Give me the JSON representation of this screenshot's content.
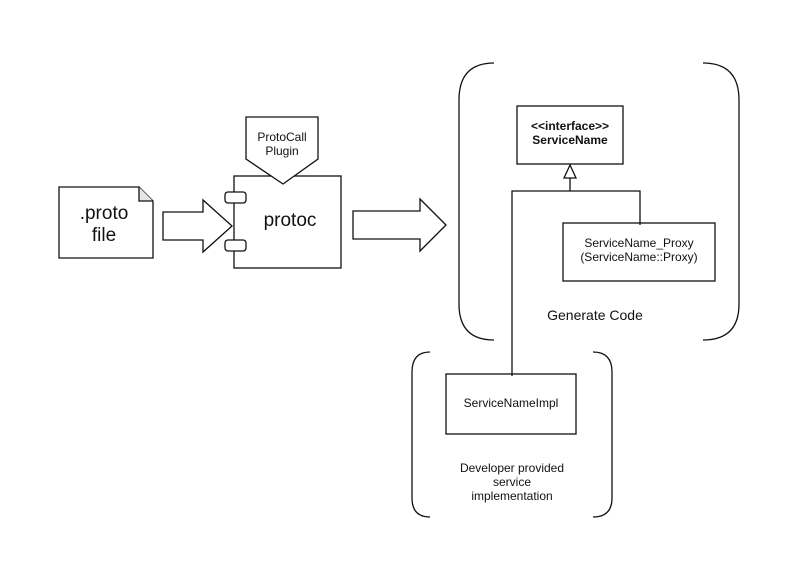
{
  "proto_file": {
    "line1": ".proto",
    "line2": "file"
  },
  "plugin": {
    "line1": "ProtoCall",
    "line2": "Plugin"
  },
  "protoc": {
    "label": "protoc"
  },
  "interface": {
    "stereotype": "<<interface>>",
    "name": "ServiceName"
  },
  "proxy": {
    "line1": "ServiceName_Proxy",
    "line2": "(ServiceName::Proxy)"
  },
  "generated_group": {
    "label": "Generate Code"
  },
  "impl": {
    "label": "ServiceNameImpl"
  },
  "developer_group": {
    "line1": "Developer provided",
    "line2": "service",
    "line3": "implementation"
  }
}
